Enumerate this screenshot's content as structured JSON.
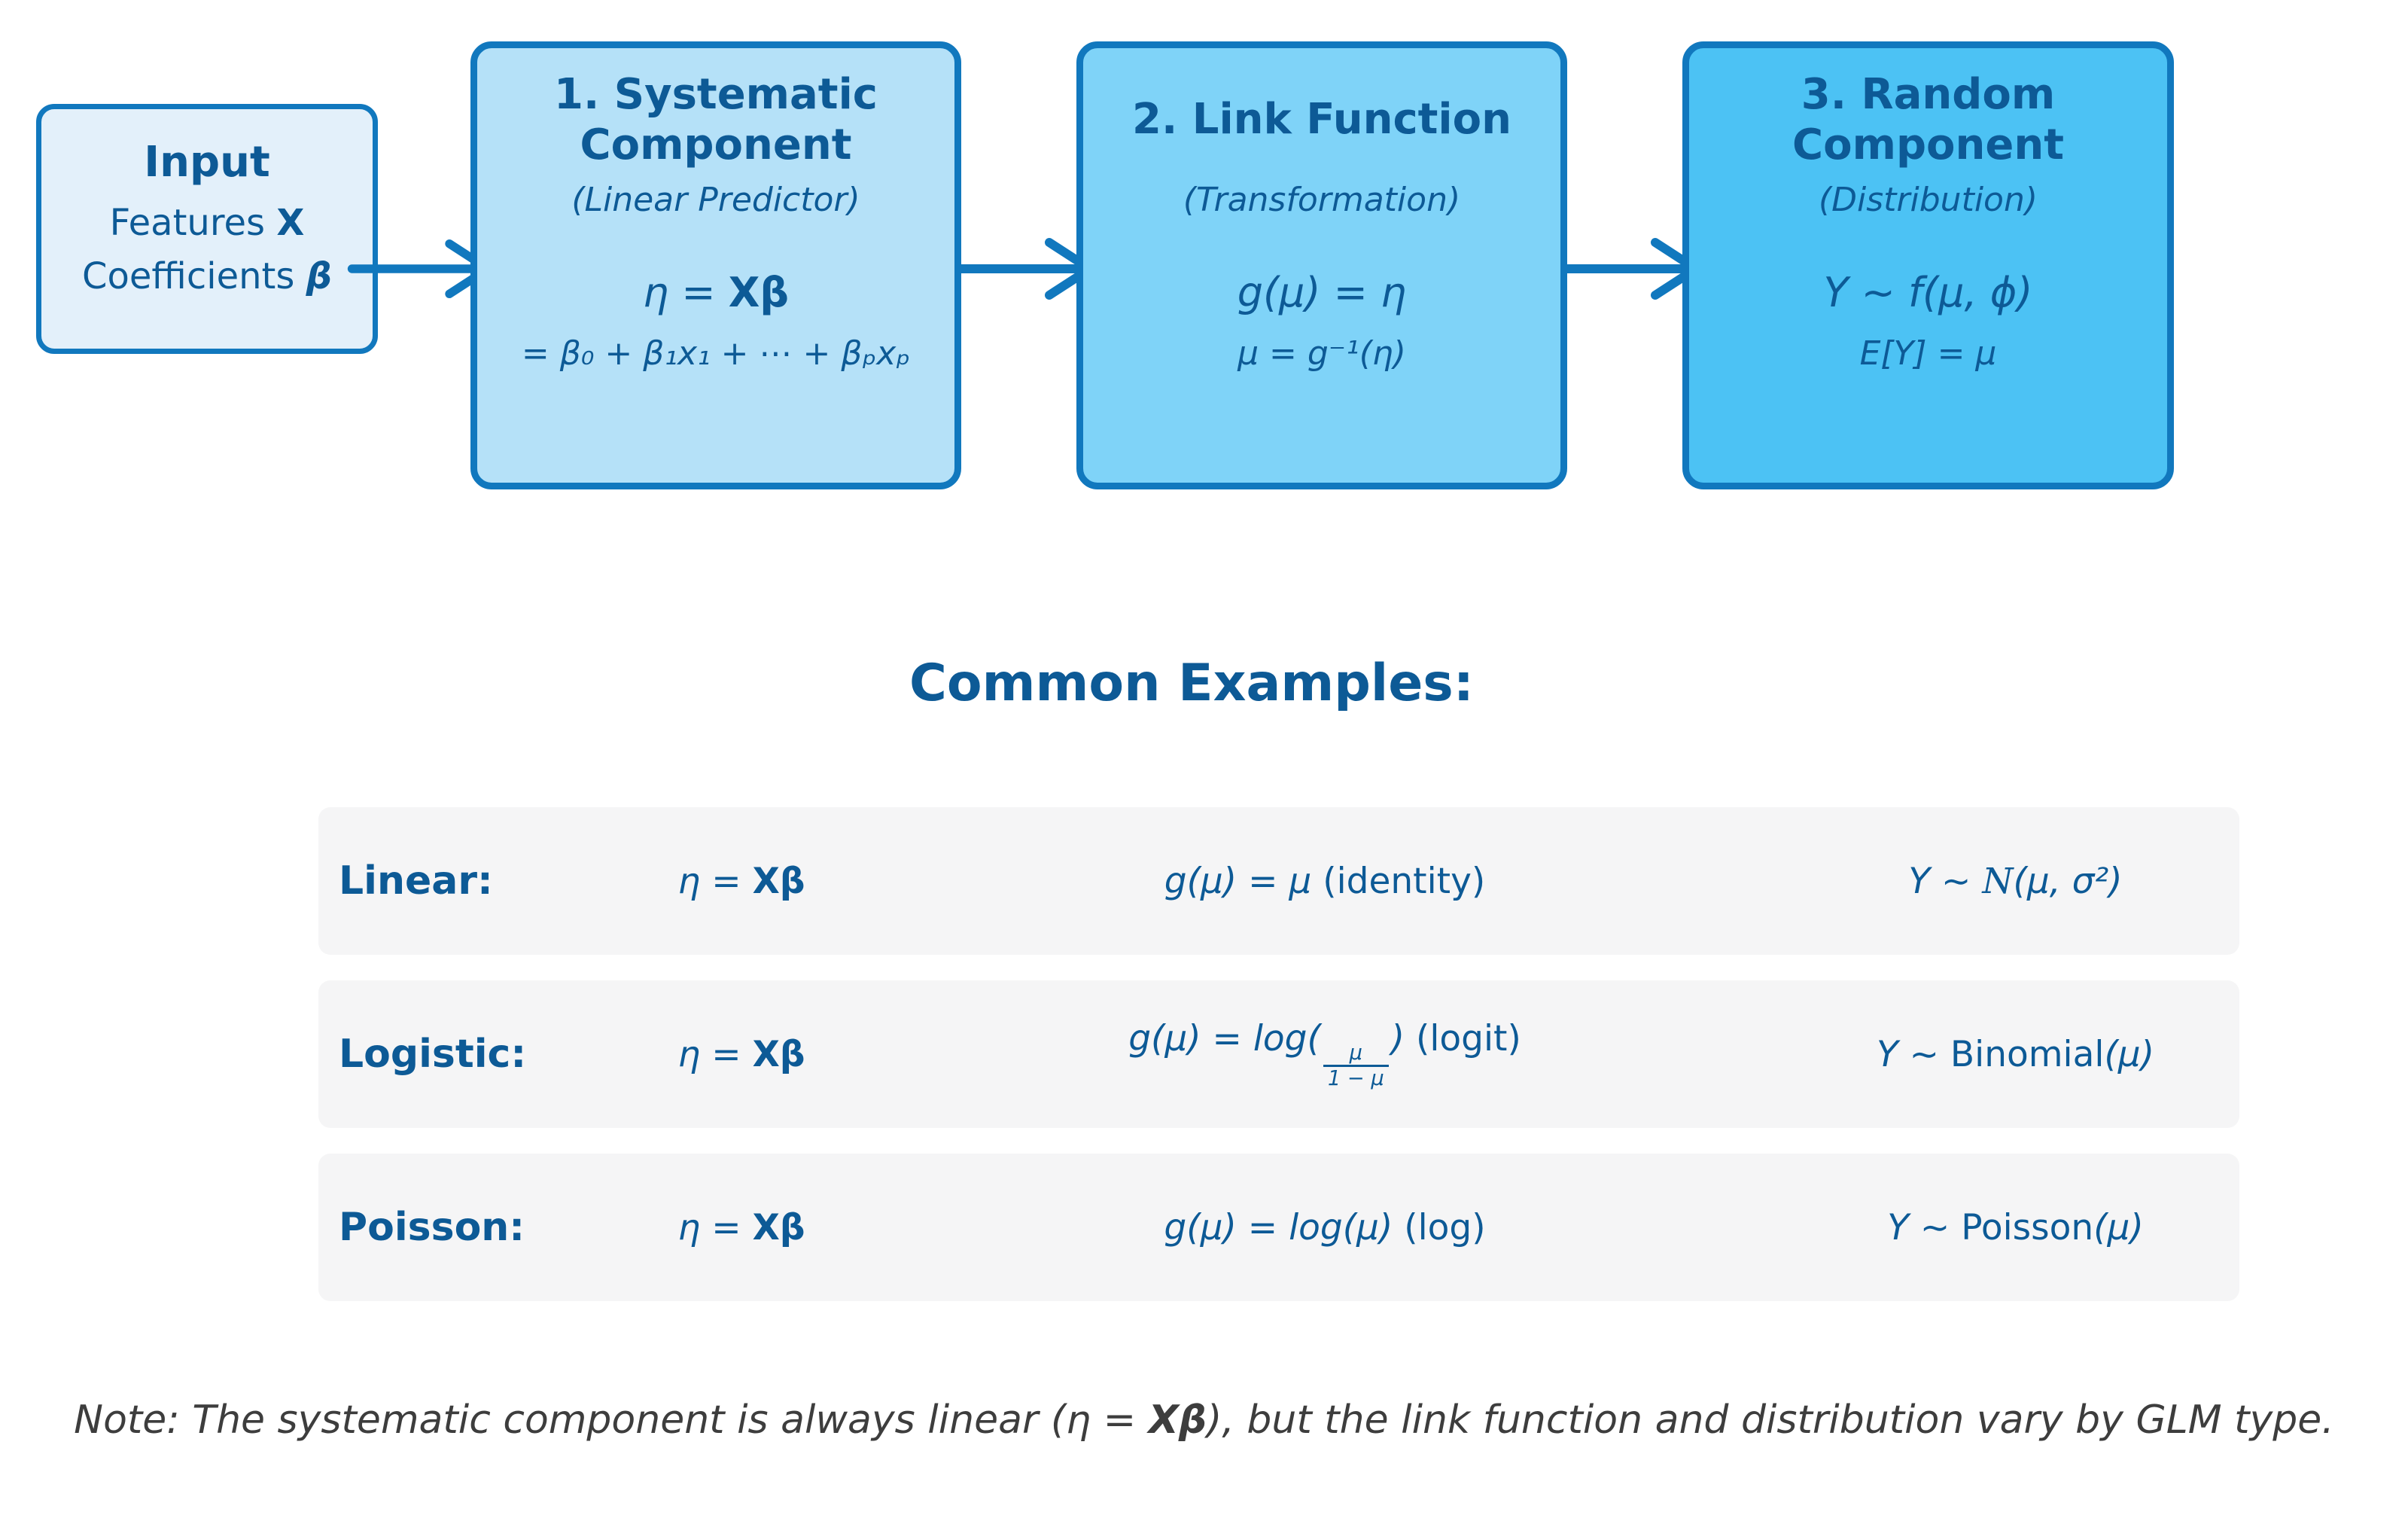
{
  "colors": {
    "accent_blue": "#1178be",
    "text_blue": "#0d5a96",
    "input_fill": "#e3f0fa",
    "box1_fill": "#b5e1f8",
    "box2_fill": "#7fd3f8",
    "box3_fill": "#4cc2f4",
    "row_background": "#f5f5f6",
    "note_gray": "#3d3d3d"
  },
  "input_box": {
    "title": "Input",
    "line1_label": "Features ",
    "line1_symbol": "X",
    "line2_label": "Coefficients ",
    "line2_symbol": "β"
  },
  "flow_boxes": [
    {
      "title1": "1. Systematic",
      "title2": "Component",
      "subtitle": "(Linear Predictor)",
      "eq1_pre": "η = ",
      "eq1_bold": "Xβ",
      "eq2": "= β₀ + β₁x₁ + ⋯ + βₚxₚ"
    },
    {
      "title1": "2. Link Function",
      "title2": "",
      "subtitle": "(Transformation)",
      "eq1": "g(μ) = η",
      "eq2": "μ = g⁻¹(η)"
    },
    {
      "title1": "3. Random",
      "title2": "Component",
      "subtitle": "(Distribution)",
      "eq1": "Y ∼ f(μ, ϕ)",
      "eq2": "E[Y] = μ"
    }
  ],
  "examples": {
    "heading": "Common Examples:",
    "rows": [
      {
        "label": "Linear:",
        "eta_pre": "η = ",
        "eta_bold": "Xβ",
        "link_math": "g(μ) = μ",
        "link_note": " (identity)",
        "dist_pre": "Y ∼ ",
        "dist_script": "N",
        "dist_post": "(μ, σ²)"
      },
      {
        "label": "Logistic:",
        "eta_pre": "η = ",
        "eta_bold": "Xβ",
        "link_pre": "g(μ) = log(",
        "frac_num": "μ",
        "frac_den": "1 − μ",
        "link_close": ")",
        "link_note": " (logit)",
        "dist_pre": "Y ∼ ",
        "dist_name": "Binomial",
        "dist_post": "(μ)"
      },
      {
        "label": "Poisson:",
        "eta_pre": "η = ",
        "eta_bold": "Xβ",
        "link_math": "g(μ) = log(μ)",
        "link_note": " (log)",
        "dist_pre": "Y ∼ ",
        "dist_name": "Poisson",
        "dist_post": "(μ)"
      }
    ]
  },
  "note": {
    "pre": "Note: The systematic component is always linear (η = ",
    "bold": "Xβ",
    "post": "), but the link function and distribution vary by GLM type."
  }
}
